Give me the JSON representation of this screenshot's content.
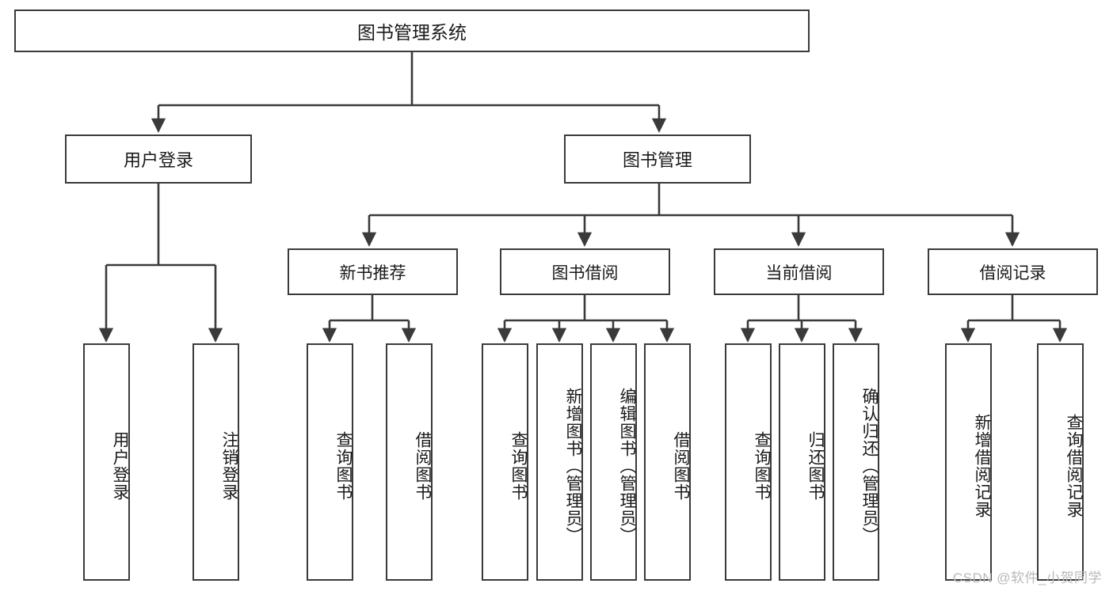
{
  "diagram": {
    "type": "tree",
    "title": "图书管理系统",
    "watermark": "CSDN @软件_小贺同学",
    "colors": {
      "border": "#3a3a3a",
      "background": "#ffffff",
      "text": "#1a1a1a",
      "watermark": "#b9b9b9"
    },
    "root": {
      "label": "图书管理系统"
    },
    "level2": [
      {
        "label": "用户登录"
      },
      {
        "label": "图书管理"
      }
    ],
    "level3": [
      {
        "label": "新书推荐"
      },
      {
        "label": "图书借阅"
      },
      {
        "label": "当前借阅"
      },
      {
        "label": "借阅记录"
      }
    ],
    "leaves": {
      "user_login": [
        {
          "label": "用户登录"
        },
        {
          "label": "注销登录"
        }
      ],
      "new_book_recommend": [
        {
          "label": "查询图书"
        },
        {
          "label": "借阅图书"
        }
      ],
      "book_borrow": [
        {
          "label": "查询图书"
        },
        {
          "label": "新增图书（管理员）"
        },
        {
          "label": "编辑图书（管理员）"
        },
        {
          "label": "借阅图书"
        }
      ],
      "current_borrow": [
        {
          "label": "查询图书"
        },
        {
          "label": "归还图书"
        },
        {
          "label": "确认归还（管理员）"
        }
      ],
      "borrow_records": [
        {
          "label": "新增借阅记录"
        },
        {
          "label": "查询借阅记录"
        }
      ]
    }
  }
}
